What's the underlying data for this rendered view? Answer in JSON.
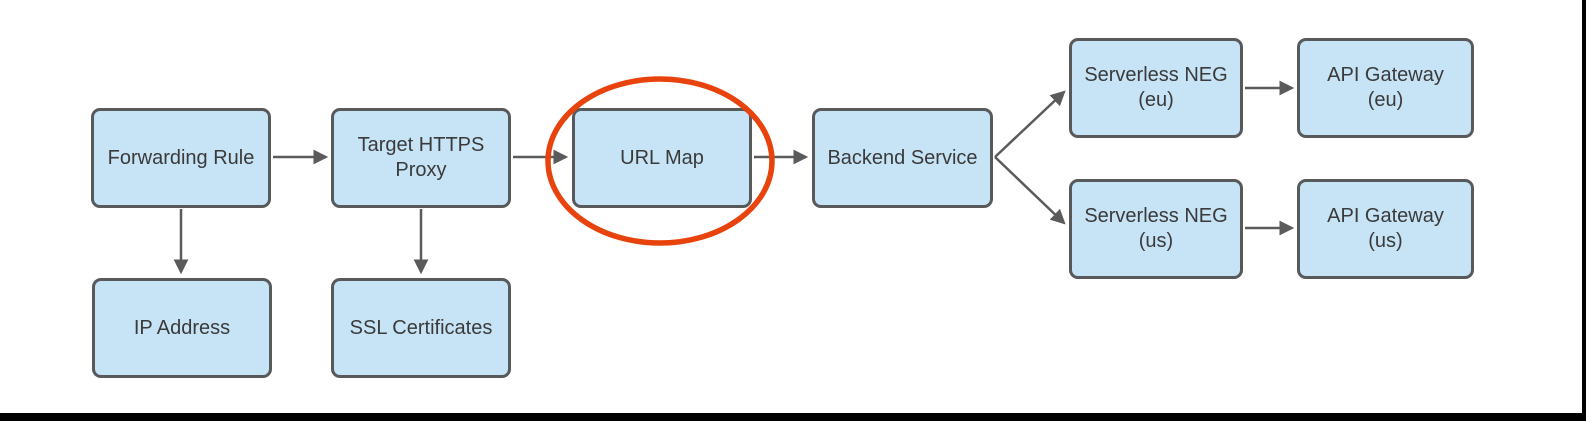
{
  "colors": {
    "node_fill": "#c7e3f6",
    "node_border": "#58595b",
    "arrow": "#5b5b5b",
    "text": "#3a3a3a",
    "highlight_ellipse": "#e8430c",
    "background": "#ffffff",
    "frame": "#000000"
  },
  "nodes": [
    {
      "id": "forwarding-rule",
      "label": "Forwarding Rule"
    },
    {
      "id": "target-https-proxy",
      "label": "Target HTTPS\nProxy"
    },
    {
      "id": "url-map",
      "label": "URL Map"
    },
    {
      "id": "backend-service",
      "label": "Backend Service"
    },
    {
      "id": "serverless-neg-eu",
      "label": "Serverless NEG\n(eu)"
    },
    {
      "id": "api-gateway-eu",
      "label": "API Gateway\n(eu)"
    },
    {
      "id": "serverless-neg-us",
      "label": "Serverless NEG\n(us)"
    },
    {
      "id": "api-gateway-us",
      "label": "API Gateway\n(us)"
    },
    {
      "id": "ip-address",
      "label": "IP Address"
    },
    {
      "id": "ssl-certificates",
      "label": "SSL Certificates"
    }
  ],
  "edges": [
    {
      "from": "forwarding-rule",
      "to": "target-https-proxy"
    },
    {
      "from": "target-https-proxy",
      "to": "url-map"
    },
    {
      "from": "url-map",
      "to": "backend-service"
    },
    {
      "from": "backend-service",
      "to": "serverless-neg-eu"
    },
    {
      "from": "backend-service",
      "to": "serverless-neg-us"
    },
    {
      "from": "serverless-neg-eu",
      "to": "api-gateway-eu"
    },
    {
      "from": "serverless-neg-us",
      "to": "api-gateway-us"
    },
    {
      "from": "forwarding-rule",
      "to": "ip-address"
    },
    {
      "from": "target-https-proxy",
      "to": "ssl-certificates"
    }
  ],
  "highlight": {
    "type": "ellipse",
    "around": "url-map",
    "color": "#e8430c"
  }
}
